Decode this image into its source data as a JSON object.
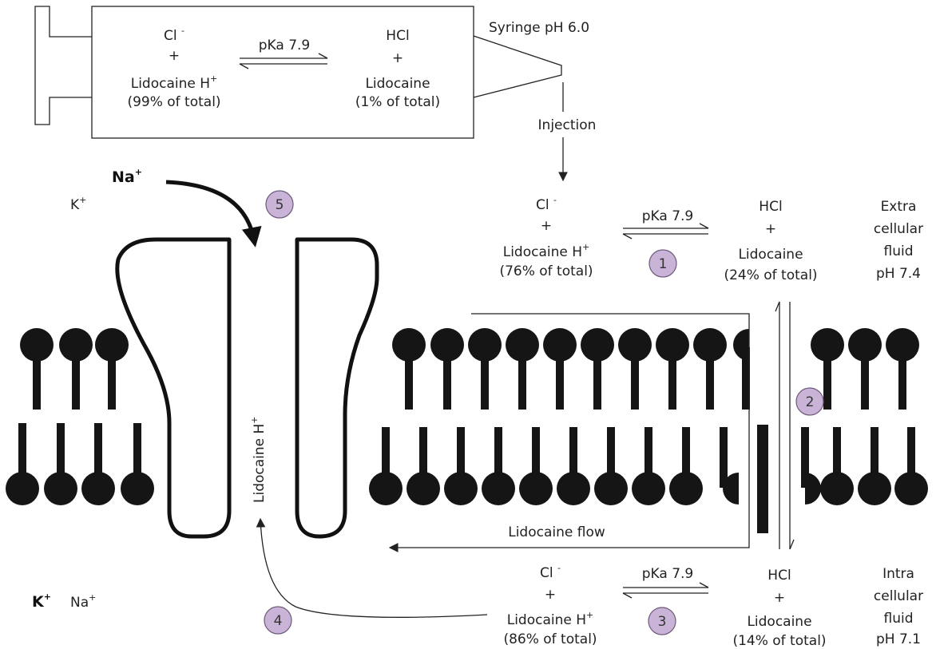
{
  "syringe": {
    "label": "Syringe pH 6.0",
    "left": {
      "ion": "Cl",
      "ion_charge": "-",
      "plus": "+",
      "base": "Lidocaine H",
      "base_charge": "+",
      "share": "(99% of total)"
    },
    "equilibrium": "pKa 7.9",
    "right": {
      "acid": "HCl",
      "plus": "+",
      "base": "Lidocaine",
      "share": "(1% of total)"
    }
  },
  "injection": {
    "label": "Injection"
  },
  "extracellular": {
    "left": {
      "ion": "Cl",
      "ion_charge": "-",
      "plus": "+",
      "base": "Lidocaine H",
      "base_charge": "+",
      "share": "(76% of total)"
    },
    "equilibrium": "pKa 7.9",
    "right": {
      "acid": "HCl",
      "plus": "+",
      "base": "Lidocaine",
      "share": "(24% of total)"
    },
    "compartment": [
      "Extra",
      "cellular",
      "fluid",
      "pH 7.4"
    ]
  },
  "intracellular": {
    "left": {
      "ion": "Cl",
      "ion_charge": "-",
      "plus": "+",
      "base": "Lidocaine H",
      "base_charge": "+",
      "share": "(86% of total)"
    },
    "equilibrium": "pKa 7.9",
    "right": {
      "acid": "HCl",
      "plus": "+",
      "base": "Lidocaine",
      "share": "(14% of total)"
    },
    "compartment": [
      "Intra",
      "cellular",
      "fluid",
      "pH 7.1"
    ]
  },
  "channel": {
    "label": "Lidocaine H",
    "label_charge": "+"
  },
  "flow": {
    "label": "Lidocaine flow"
  },
  "ions": {
    "na_outside": "Na",
    "na_outside_charge": "+",
    "k_outside": "K",
    "k_outside_charge": "+",
    "k_inside": "K",
    "k_inside_charge": "+",
    "na_inside": "Na",
    "na_inside_charge": "+"
  },
  "steps": [
    "1",
    "2",
    "3",
    "4",
    "5"
  ],
  "colors": {
    "step_badge": "#c9b3d6",
    "membrane": "#151515",
    "line": "#222222"
  }
}
